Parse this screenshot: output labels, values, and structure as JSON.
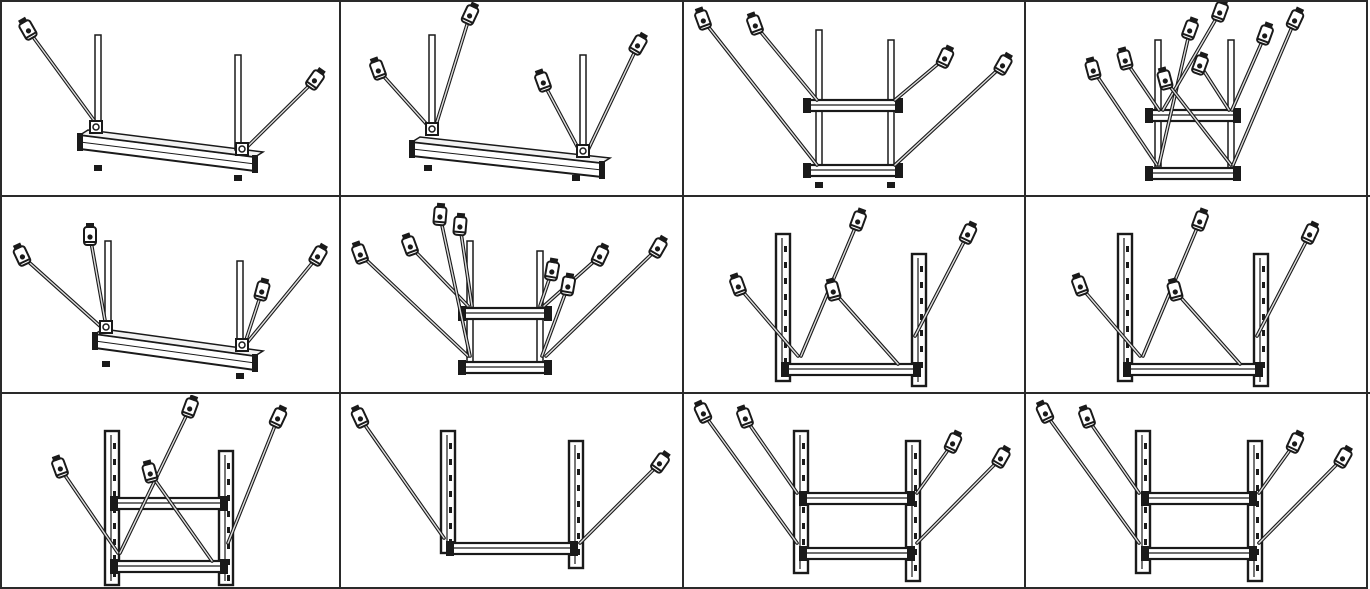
{
  "figure": {
    "columns": 4,
    "rows": 3,
    "line_color": "#1a1a1a",
    "grid_color": "#2a2a2a",
    "background": "#ffffff"
  },
  "panels": [
    {
      "type": "single-bar-two-rods"
    },
    {
      "type": "single-bar-four-rods"
    },
    {
      "type": "double-bar-two-rods"
    },
    {
      "type": "double-bar-cross-rods"
    },
    {
      "type": "single-bar-mixed-rods"
    },
    {
      "type": "double-bar-many-rods"
    },
    {
      "type": "frame-single-cross-rods"
    },
    {
      "type": "frame-single-cross-rods"
    },
    {
      "type": "frame-double-cross-rods"
    },
    {
      "type": "frame-single-side-rods"
    },
    {
      "type": "frame-double-side-rods"
    },
    {
      "type": "frame-double-side-rods"
    }
  ]
}
